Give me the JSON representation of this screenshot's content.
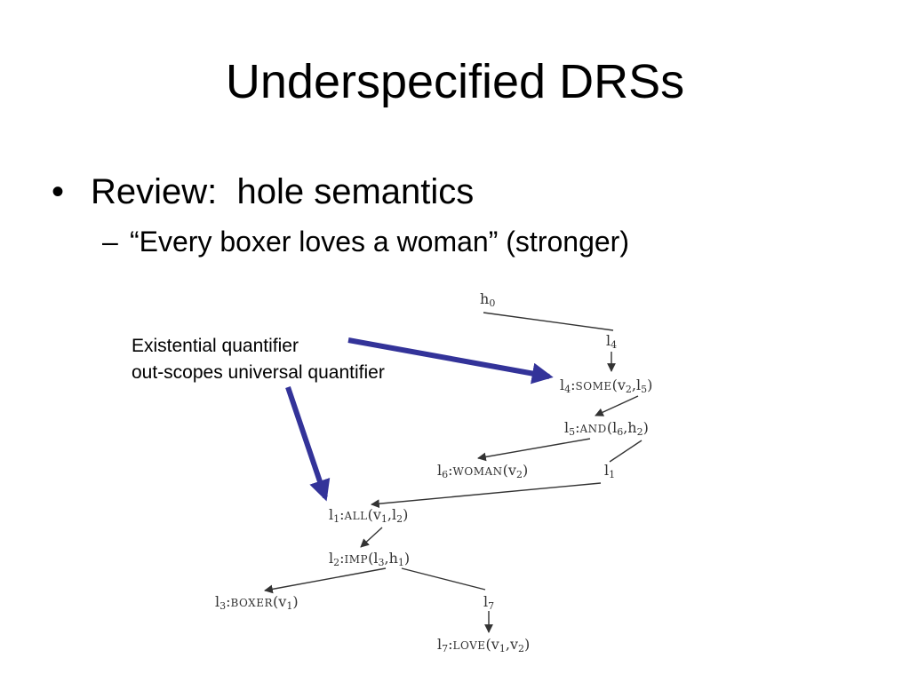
{
  "slide": {
    "title": "Underspecified DRSs",
    "bullet_marker": "•",
    "bullet_1": "Review:  hole semantics",
    "sub_marker": "–",
    "bullet_2": "“Every boxer loves a woman” (stronger)",
    "annotation": {
      "line_1": "Existential quantifier",
      "line_2": "out-scopes universal quantifier"
    }
  },
  "graph": {
    "nodes": {
      "h0": {
        "name": "h",
        "sub": "0"
      },
      "l4": {
        "name": "l",
        "sub": "4"
      },
      "some": {
        "label": "l",
        "label_sub": "4",
        "pred": "SOME",
        "a1": "v",
        "a1_sub": "2",
        "a2": "l",
        "a2_sub": "5"
      },
      "and": {
        "label": "l",
        "label_sub": "5",
        "pred": "AND",
        "a1": "l",
        "a1_sub": "6",
        "a2": "h",
        "a2_sub": "2"
      },
      "woman": {
        "label": "l",
        "label_sub": "6",
        "pred": "WOMAN",
        "a1": "v",
        "a1_sub": "2"
      },
      "l1": {
        "name": "l",
        "sub": "1"
      },
      "all": {
        "label": "l",
        "label_sub": "1",
        "pred": "ALL",
        "a1": "v",
        "a1_sub": "1",
        "a2": "l",
        "a2_sub": "2"
      },
      "imp": {
        "label": "l",
        "label_sub": "2",
        "pred": "IMP",
        "a1": "l",
        "a1_sub": "3",
        "a2": "h",
        "a2_sub": "1"
      },
      "boxer": {
        "label": "l",
        "label_sub": "3",
        "pred": "BOXER",
        "a1": "v",
        "a1_sub": "1"
      },
      "l7": {
        "name": "l",
        "sub": "7"
      },
      "love": {
        "label": "l",
        "label_sub": "7",
        "pred": "LOVE",
        "a1": "v",
        "a1_sub": "1",
        "a2": "v",
        "a2_sub": "2"
      }
    }
  },
  "colors": {
    "annotation_arrow": "#333399",
    "graph_line": "#333333"
  }
}
